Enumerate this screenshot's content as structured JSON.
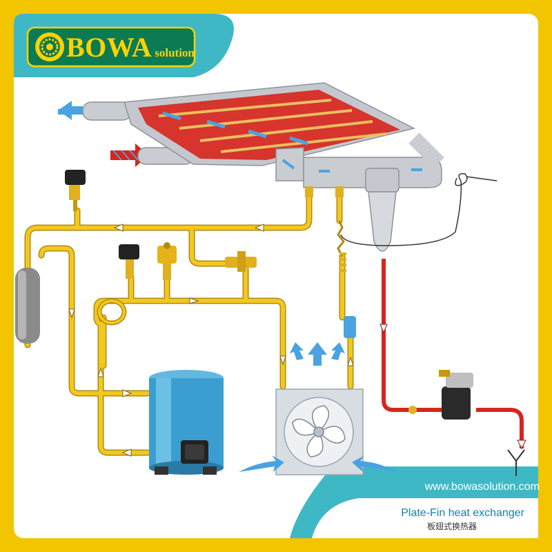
{
  "brand": {
    "name": "BOWA",
    "tagline": "solution"
  },
  "website": "www.bowasolution.com",
  "caption": {
    "english": "Plate-Fin heat exchanger",
    "chinese": "板翅式换热器"
  },
  "colors": {
    "frame_yellow": "#f3c400",
    "teal": "#3fb8c6",
    "logo_green": "#0c7a52",
    "refrigerant_line": "#f2c81e",
    "water_drain_line": "#d8241c",
    "air_arrow_blue": "#4aa3e0",
    "compressor_blue": "#3a9fd0",
    "caption_blue": "#0e82b4"
  },
  "icons": [
    "logo-sun-icon",
    "fan-icon",
    "drain-outlet-icon",
    "air-flow-arrow-icon",
    "flow-direction-arrow-icon"
  ]
}
